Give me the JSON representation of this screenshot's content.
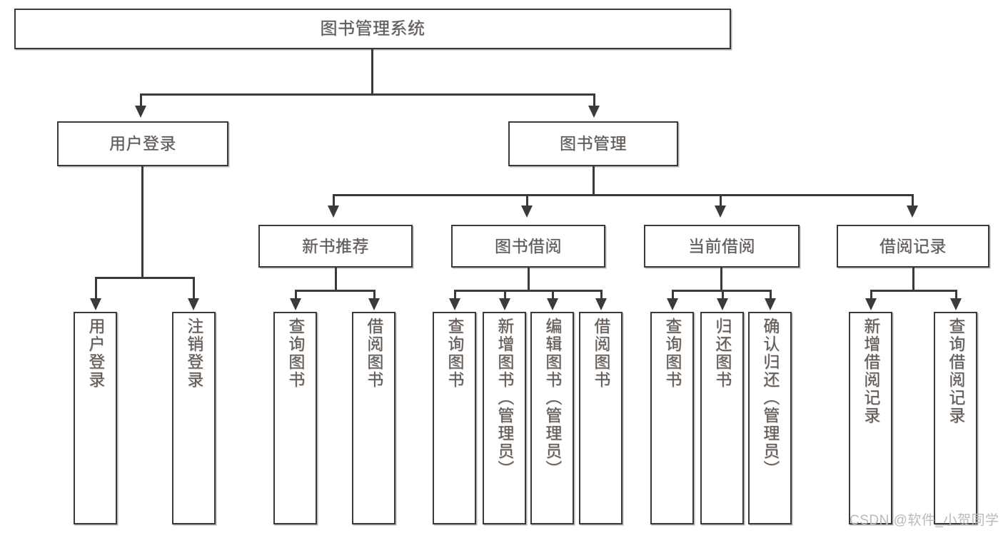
{
  "diagram": {
    "title": "图书管理系统",
    "type": "tree-hierarchy-diagram",
    "root": {
      "label": "图书管理系统"
    },
    "level2": [
      {
        "label": "用户登录"
      },
      {
        "label": "图书管理"
      }
    ],
    "level3": [
      {
        "label": "新书推荐"
      },
      {
        "label": "图书借阅"
      },
      {
        "label": "当前借阅"
      },
      {
        "label": "借阅记录"
      }
    ],
    "leaves": {
      "user_login": [
        {
          "label": "用户登录"
        },
        {
          "label": "注销登录"
        }
      ],
      "new_book_recommend": [
        {
          "label": "查询图书"
        },
        {
          "label": "借阅图书"
        }
      ],
      "book_borrow": [
        {
          "label": "查询图书"
        },
        {
          "label": "新增图书（管理员）"
        },
        {
          "label": "编辑图书（管理员）"
        },
        {
          "label": "借阅图书"
        }
      ],
      "current_borrow": [
        {
          "label": "查询图书"
        },
        {
          "label": "归还图书"
        },
        {
          "label": "确认归还（管理员）"
        }
      ],
      "borrow_record": [
        {
          "label": "新增借阅记录"
        },
        {
          "label": "查询借阅记录"
        }
      ]
    }
  },
  "watermark": {
    "text": "CSDN @软件_小贺同学"
  },
  "colors": {
    "stroke": "#3a3a3a",
    "text": "#5a5a5a",
    "background": "#ffffff",
    "watermark": "#b9b9b9"
  }
}
